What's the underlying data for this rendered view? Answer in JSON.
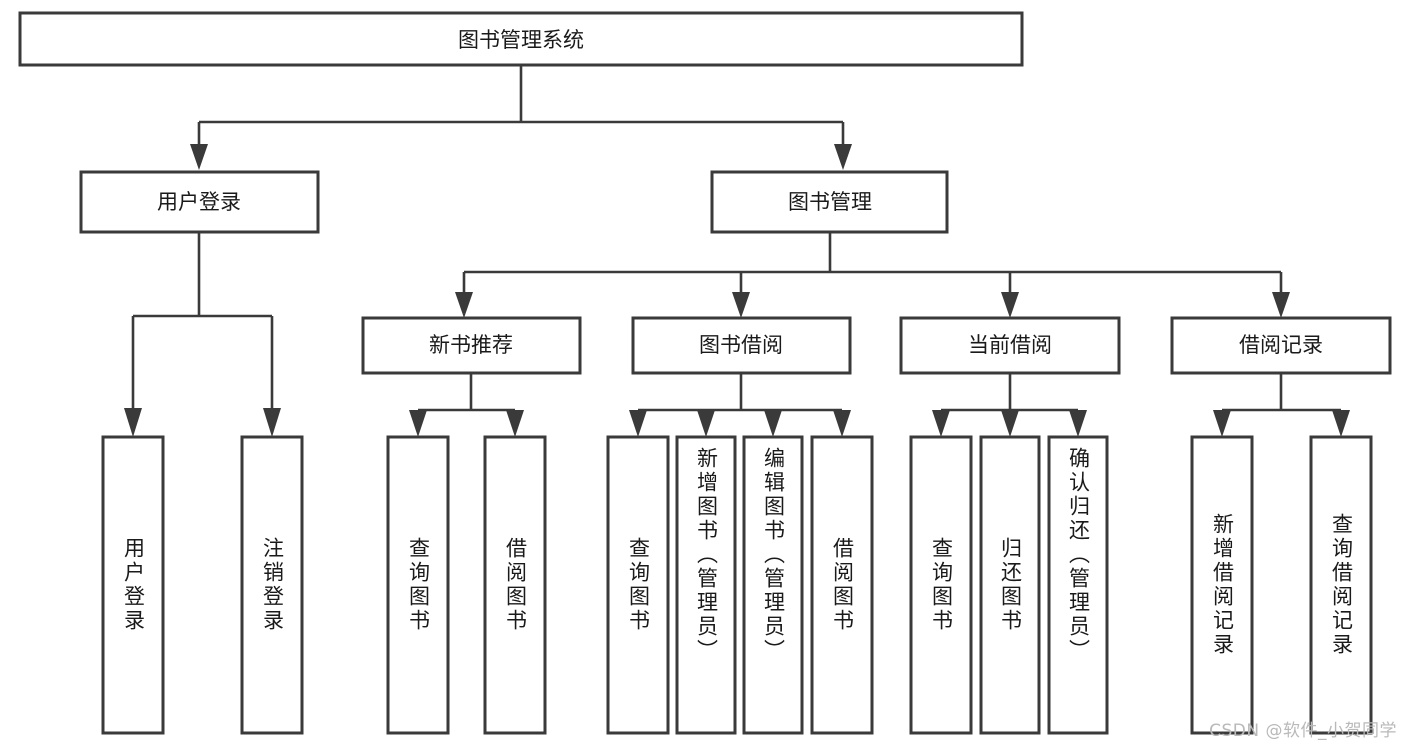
{
  "diagram": {
    "title": "图书管理系统",
    "type": "hierarchy-tree",
    "watermark": "CSDN @软件_小贺同学",
    "colors": {
      "box_stroke": "#3a3a3a",
      "box_fill": "#ffffff",
      "text": "#1a1a1a",
      "connector": "#3a3a3a",
      "background": "#ffffff",
      "watermark": "#b9b9b9"
    },
    "root": {
      "label": "图书管理系统"
    },
    "level2": [
      {
        "label": "用户登录"
      },
      {
        "label": "图书管理"
      }
    ],
    "level3": [
      {
        "label": "新书推荐"
      },
      {
        "label": "图书借阅"
      },
      {
        "label": "当前借阅"
      },
      {
        "label": "借阅记录"
      }
    ],
    "leaves": {
      "user_login": [
        {
          "label": "用户登录"
        },
        {
          "label": "注销登录"
        }
      ],
      "new_book_recommend": [
        {
          "label": "查询图书"
        },
        {
          "label": "借阅图书"
        }
      ],
      "book_borrow": [
        {
          "label": "查询图书"
        },
        {
          "label": "新增图书（管理员）"
        },
        {
          "label": "编辑图书（管理员）"
        },
        {
          "label": "借阅图书"
        }
      ],
      "current_borrow": [
        {
          "label": "查询图书"
        },
        {
          "label": "归还图书"
        },
        {
          "label": "确认归还（管理员）"
        }
      ],
      "borrow_record": [
        {
          "label": "新增借阅记录"
        },
        {
          "label": "查询借阅记录"
        }
      ]
    }
  }
}
